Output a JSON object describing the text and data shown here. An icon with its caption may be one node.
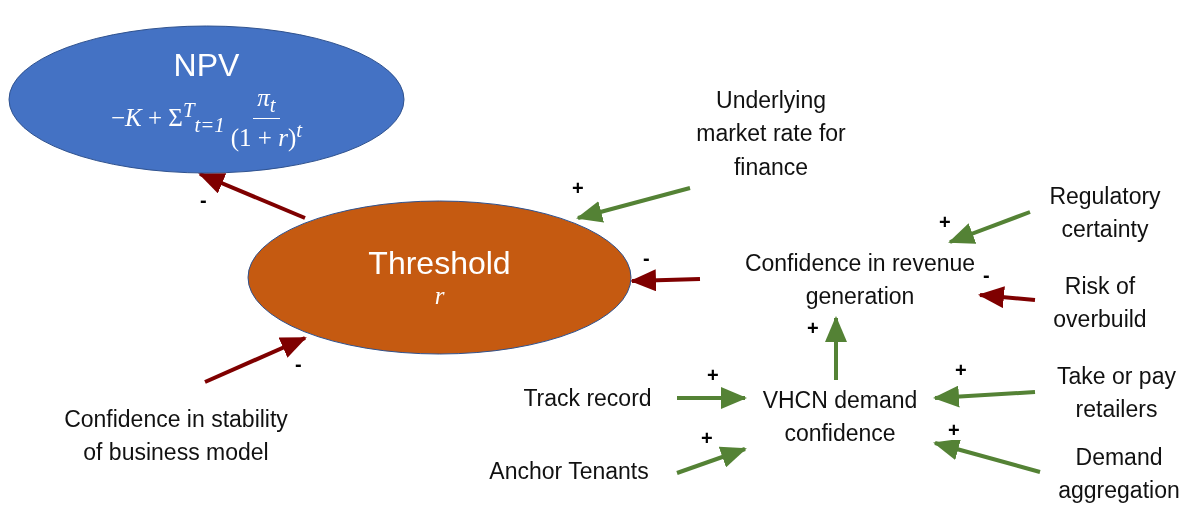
{
  "diagram": {
    "nodes": [
      {
        "text": [
          "NPV",
          "−*K* + Σ$^{T}$$_{t=1}$",
          "*π*$_{t}$",
          "(1 + *r*)$^{t}$"
        ]
      },
      {
        "text": [
          "Threshold",
          "r"
        ]
      },
      {
        "text": [
          "Underlying market rate for finance"
        ]
      },
      {
        "text": [
          "Confidence in revenue generation"
        ]
      },
      {
        "text": [
          "Regulatory certainty"
        ]
      },
      {
        "text": [
          "Risk of overbuild"
        ]
      },
      {
        "text": [
          "Confidence in stability of business model"
        ]
      },
      {
        "text": [
          "Track record"
        ]
      },
      {
        "text": [
          "VHCN demand confidence"
        ]
      },
      {
        "text": [
          "Take or pay retailers"
        ]
      },
      {
        "text": [
          "Anchor Tenants"
        ]
      },
      {
        "text": [
          "Demand aggregation"
        ]
      }
    ],
    "edges": [
      {
        "from": 1,
        "to": 0,
        "arrow": "to",
        "label": "-",
        "color": "#7f0000"
      },
      {
        "from": 2,
        "to": 1,
        "arrow": "to",
        "label": "+"
      },
      {
        "from": 3,
        "to": 1,
        "arrow": "to",
        "label": "-",
        "color": "#7f0000"
      },
      {
        "from": 6,
        "to": 1,
        "arrow": "to",
        "label": "-",
        "color": "#7f0000"
      },
      {
        "from": 4,
        "to": 3,
        "arrow": "to",
        "label": "+"
      },
      {
        "from": 5,
        "to": 3,
        "arrow": "to",
        "label": "-",
        "color": "#7f0000"
      },
      {
        "from": 8,
        "to": 3,
        "arrow": "to",
        "label": "+"
      },
      {
        "from": 7,
        "to": 8,
        "arrow": "to",
        "label": "+"
      },
      {
        "from": 10,
        "to": 8,
        "arrow": "to",
        "label": "+"
      },
      {
        "from": 9,
        "to": 8,
        "arrow": "to",
        "label": "+"
      },
      {
        "from": 11,
        "to": 8,
        "arrow": "to",
        "label": "+"
      }
    ]
  }
}
